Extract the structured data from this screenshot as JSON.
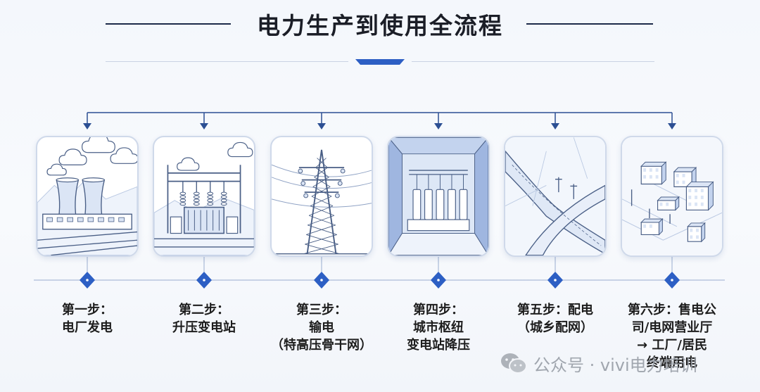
{
  "title": "电力生产到使用全流程",
  "colors": {
    "accent_blue": "#2d5fc4",
    "line_dark": "#1c2a4a",
    "card_border": "#cfd9ea",
    "illustration_stroke": "#4a5f86",
    "illustration_fill": "#dbe5f5"
  },
  "steps": [
    {
      "illustration": "power-plant-cooling-towers",
      "lines": [
        "第一步：",
        "电厂发电"
      ]
    },
    {
      "illustration": "step-up-substation-transformer",
      "lines": [
        "第二步：",
        "升压变电站"
      ]
    },
    {
      "illustration": "transmission-tower",
      "lines": [
        "第三步：",
        "输电",
        "（特高压骨干网）"
      ]
    },
    {
      "illustration": "indoor-switchgear-hub",
      "lines": [
        "第四步：",
        "城市枢纽",
        "变电站降压"
      ]
    },
    {
      "illustration": "rural-urban-roads-distribution",
      "lines": [
        "第五步：配电",
        "（城乡配网）"
      ]
    },
    {
      "illustration": "city-buildings-end-users",
      "lines": [
        "第六步：售电公",
        "司/电网营业厅",
        "→ 工厂/居民",
        "终端用电"
      ]
    }
  ],
  "watermark": {
    "icon": "wechat-icon",
    "text": "公众号 · vivi电力培训"
  }
}
